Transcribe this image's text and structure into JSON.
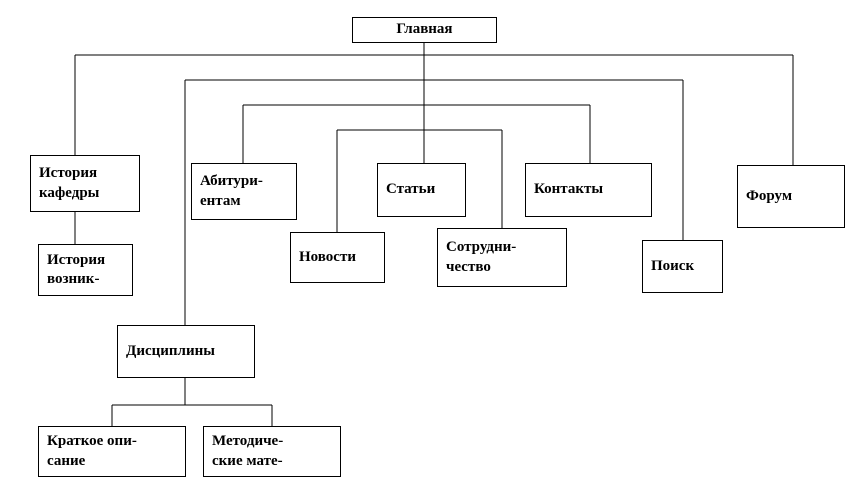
{
  "diagram": {
    "kind": "site-map-tree",
    "colors": {
      "background": "#ffffff",
      "box_border": "#000000",
      "line": "#000000",
      "text": "#000000"
    },
    "nodes": {
      "glavnaya": {
        "label": "Главная"
      },
      "istoria_kafedry": {
        "label": "История\nкафедры"
      },
      "istoria_voznik": {
        "label": "История\nвозник-"
      },
      "abiturientam": {
        "label": "Абитури-\nентам"
      },
      "novosti": {
        "label": "Новости"
      },
      "stati": {
        "label": "Статьи"
      },
      "sotrudnichestvo": {
        "label": "Сотрудни-\nчество"
      },
      "kontakty": {
        "label": "Контакты"
      },
      "poisk": {
        "label": "Поиск"
      },
      "forum": {
        "label": "Форум"
      },
      "discipliny": {
        "label": "Дисциплины"
      },
      "kratkoe_opisanie": {
        "label": "Краткое опи-\nсание"
      },
      "metodicheskie": {
        "label": "Методиче-\nские мате-"
      }
    },
    "edges": [
      {
        "from": "glavnaya",
        "to": "istoria_kafedry"
      },
      {
        "from": "glavnaya",
        "to": "abiturientam"
      },
      {
        "from": "glavnaya",
        "to": "novosti"
      },
      {
        "from": "glavnaya",
        "to": "stati"
      },
      {
        "from": "glavnaya",
        "to": "sotrudnichestvo"
      },
      {
        "from": "glavnaya",
        "to": "kontakty"
      },
      {
        "from": "glavnaya",
        "to": "poisk"
      },
      {
        "from": "glavnaya",
        "to": "forum"
      },
      {
        "from": "glavnaya",
        "to": "discipliny"
      },
      {
        "from": "istoria_kafedry",
        "to": "istoria_voznik"
      },
      {
        "from": "discipliny",
        "to": "kratkoe_opisanie"
      },
      {
        "from": "discipliny",
        "to": "metodicheskie"
      }
    ]
  }
}
